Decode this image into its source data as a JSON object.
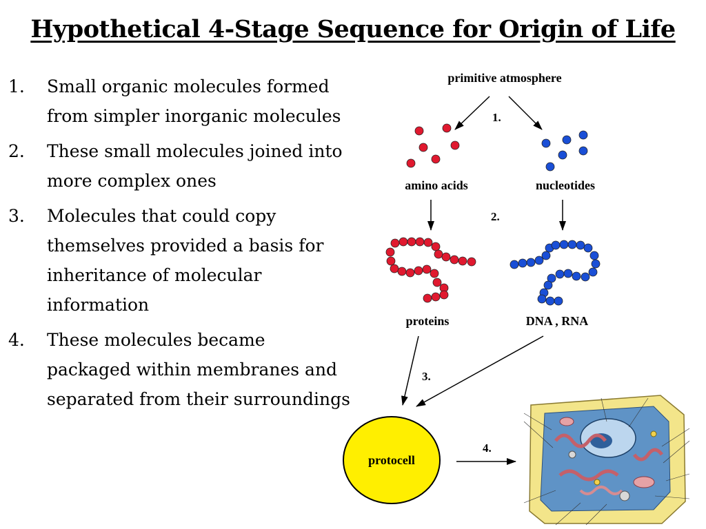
{
  "title": "Hypothetical 4-Stage Sequence for Origin of Life",
  "steps": [
    {
      "number": "1.",
      "text": "Small organic molecules formed from simpler inorganic molecules"
    },
    {
      "number": "2.",
      "text": "These small molecules joined into more complex ones"
    },
    {
      "number": "3.",
      "text": "Molecules that could copy themselves provided a basis for inheritance of molecular information"
    },
    {
      "number": "4.",
      "text": "These molecules became packaged within membranes and separated from their surroundings"
    }
  ],
  "diagram": {
    "top_label": "primitive atmosphere",
    "amino_label": "amino acids",
    "nucleotide_label": "nucleotides",
    "protein_label": "proteins",
    "nucleic_label": "DNA , RNA",
    "protocell_label": "protocell",
    "stage_labels": [
      "1.",
      "2.",
      "3.",
      "4."
    ]
  },
  "colors": {
    "amino": "#e0192f",
    "nucleotide": "#1a4fd6",
    "protocell": "#ffef00",
    "cell_wall": "#f3e58a",
    "cell_interior": "#5f93c6"
  }
}
